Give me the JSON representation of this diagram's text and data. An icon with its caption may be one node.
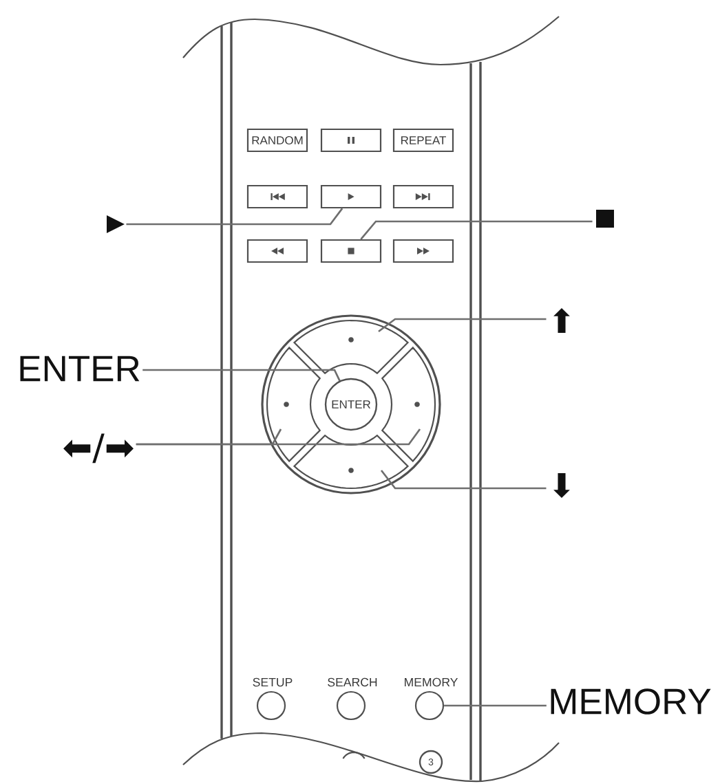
{
  "diagram": {
    "nodes": [
      {
        "text": [
          "RANDOM"
        ]
      },
      {
        "text": [],
        "shape": "box"
      },
      {
        "text": [
          "REPEAT"
        ]
      },
      {
        "text": [],
        "shape": "box"
      },
      {
        "text": [],
        "shape": "box"
      },
      {
        "text": [],
        "shape": "box"
      },
      {
        "text": [
          "▶"
        ]
      },
      {
        "text": [
          "■"
        ]
      },
      {
        "text": [],
        "shape": "box"
      },
      {
        "text": [],
        "shape": "box"
      },
      {
        "text": [],
        "shape": "box"
      },
      {
        "text": [],
        "shape": "circle"
      },
      {
        "text": [
          "⬆"
        ]
      },
      {
        "text": [
          "ENTER"
        ]
      },
      {
        "text": [
          "ENTER"
        ],
        "in": 11
      },
      {
        "text": [
          "⬅/➡"
        ]
      },
      {
        "text": [
          "⬇"
        ]
      },
      {
        "text": [
          "SETUP"
        ]
      },
      {
        "text": [
          "SEARCH"
        ]
      },
      {
        "text": [
          "MEMORY"
        ]
      },
      {
        "text": [
          "MEMORY"
        ]
      },
      {
        "text": [
          "3"
        ]
      }
    ],
    "edges": [
      {
        "from": 6,
        "to": 4,
        "arrow": "none"
      },
      {
        "from": 7,
        "to": 9,
        "arrow": "none"
      },
      {
        "from": 12,
        "to": 11,
        "arrow": "none"
      },
      {
        "from": 13,
        "to": 14,
        "arrow": "none"
      },
      {
        "from": 15,
        "to": 11,
        "arrow": "none"
      },
      {
        "from": 15,
        "to": 11,
        "arrow": "none"
      },
      {
        "from": 16,
        "to": 11,
        "arrow": "none"
      },
      {
        "from": 20,
        "to": 19,
        "arrow": "none"
      }
    ]
  }
}
